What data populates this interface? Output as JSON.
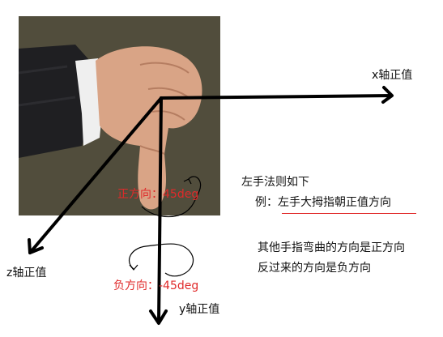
{
  "axes": {
    "x_label": "x轴正值",
    "y_label": "y轴正值",
    "z_label": "z轴正值"
  },
  "rotation": {
    "positive_label": "正方向：45deg",
    "negative_label": "负方向：-45deg"
  },
  "notes": {
    "title": "左手法则如下",
    "example": "例：左手大拇指朝正值方向",
    "line1": "其他手指弯曲的方向是正方向",
    "line2": "反过来的方向是负方向"
  },
  "colors": {
    "axis": "#000000",
    "highlight": "#e02a2a",
    "photo_background": "#514d3c"
  },
  "icons": {
    "photo": "left-hand-thumb-down-photo",
    "positive_arrow": "curved-arrow-icon",
    "negative_arrow": "curved-arrow-icon"
  }
}
